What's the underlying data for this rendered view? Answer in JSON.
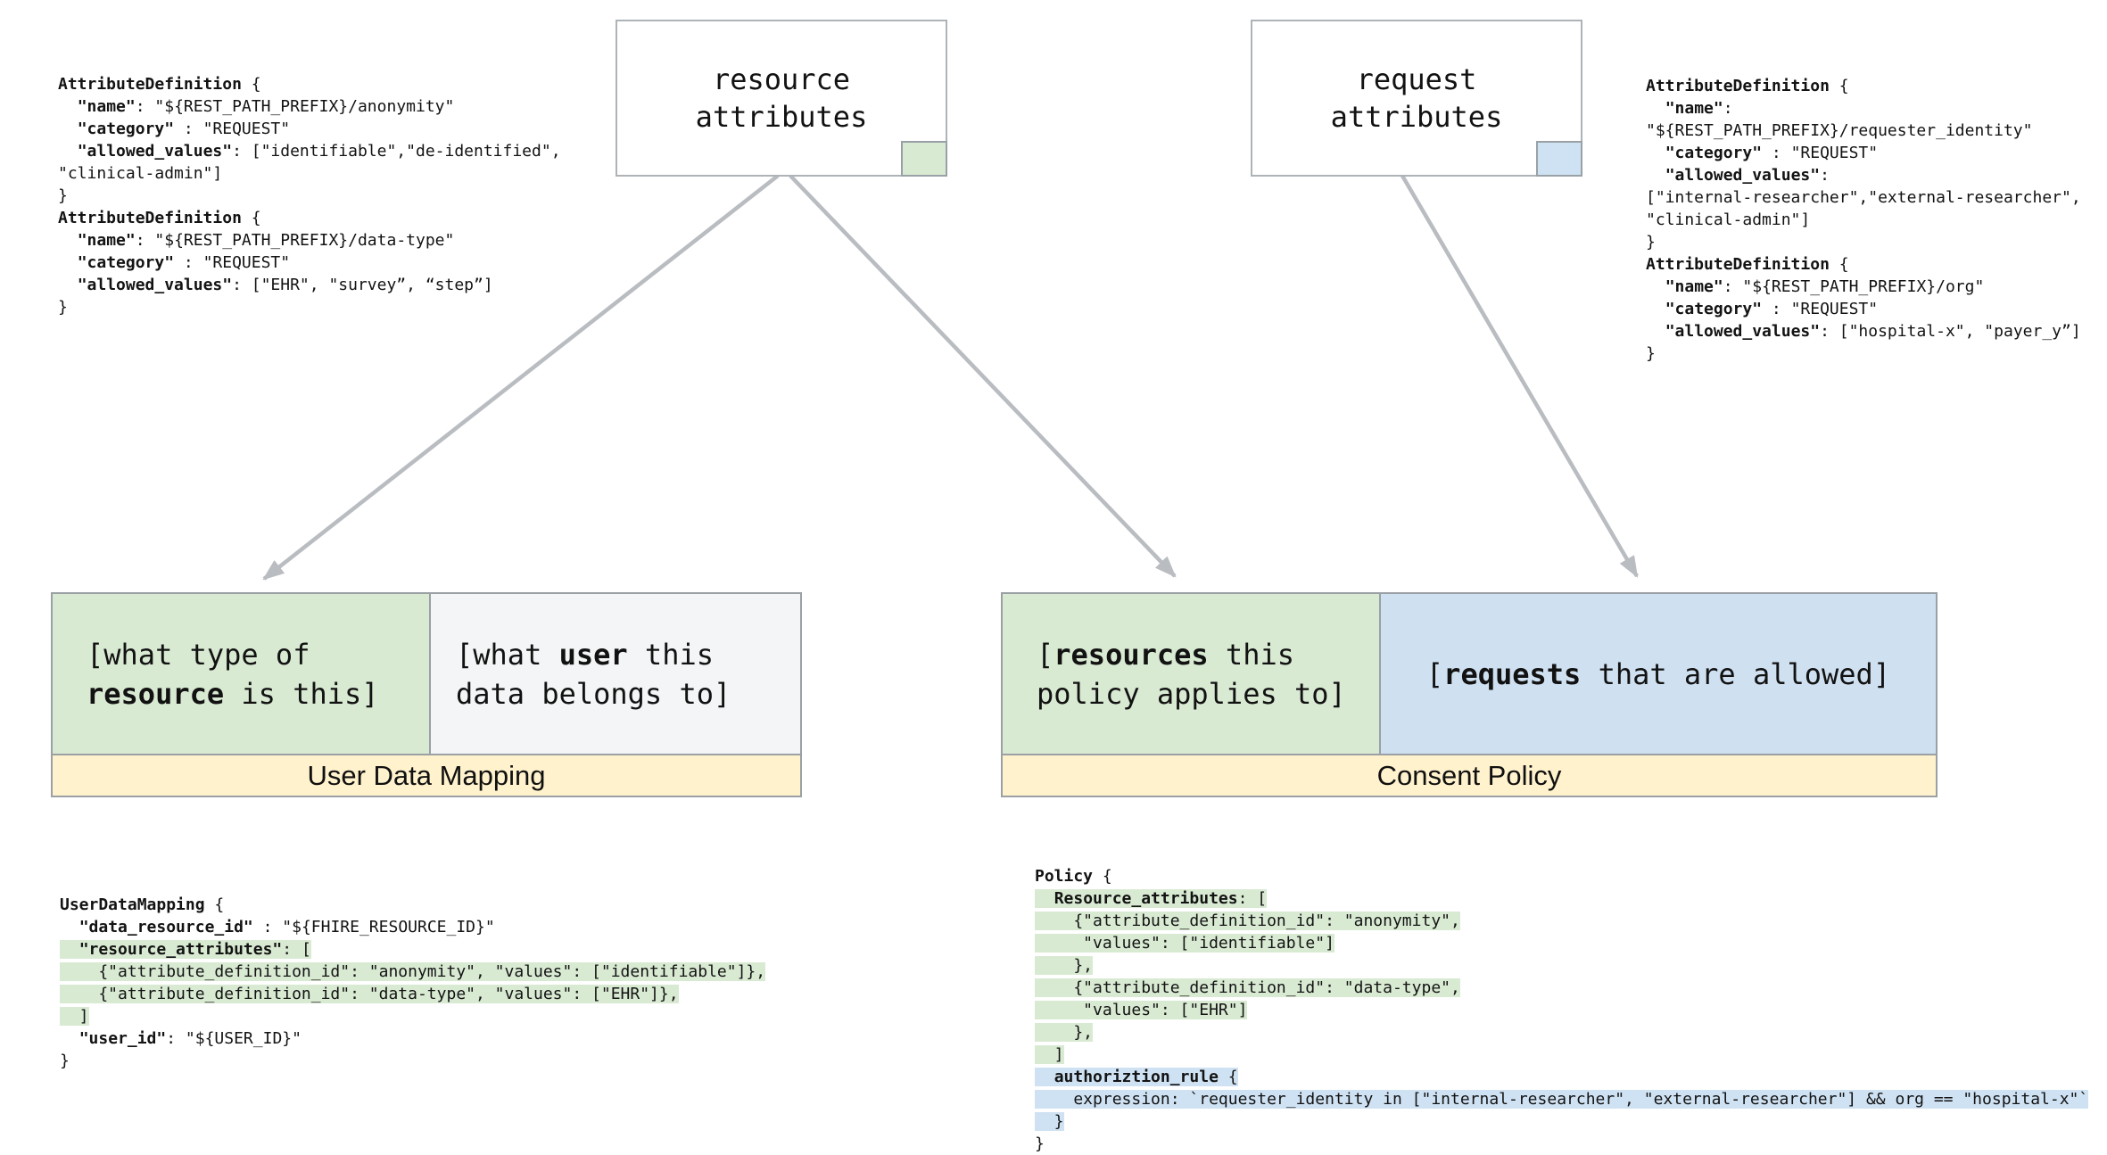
{
  "colors": {
    "green": "#d9ead3",
    "blue": "#cfe2f3",
    "blue_cell": "#cfe0f1",
    "yellow": "#fff2cc",
    "plain_cell": "#f3f5f6",
    "border_gray": "#9aa0a4",
    "arrow_gray": "#b9bcc0"
  },
  "resource_box": {
    "title": "resource\nattributes"
  },
  "request_box": {
    "title": "request\nattributes"
  },
  "top_left_code": {
    "lines": [
      {
        "s": [
          {
            "t": "AttributeDefinition",
            "b": 1
          },
          {
            "t": " {",
            "b": 0
          }
        ]
      },
      {
        "s": [
          {
            "t": "  ",
            "b": 0
          },
          {
            "t": "\"name\"",
            "b": 1
          },
          {
            "t": ": \"${REST_PATH_PREFIX}/anonymity\"",
            "b": 0
          }
        ]
      },
      {
        "s": [
          {
            "t": "  ",
            "b": 0
          },
          {
            "t": "\"category\"",
            "b": 1
          },
          {
            "t": " : \"REQUEST\"",
            "b": 0
          }
        ]
      },
      {
        "s": [
          {
            "t": "  ",
            "b": 0
          },
          {
            "t": "\"allowed_values\"",
            "b": 1
          },
          {
            "t": ": [\"identifiable\",\"de-identified\",",
            "b": 0
          }
        ]
      },
      {
        "s": [
          {
            "t": "\"clinical-admin\"]",
            "b": 0
          }
        ]
      },
      {
        "s": [
          {
            "t": "}",
            "b": 0
          }
        ]
      },
      {
        "s": [
          {
            "t": "AttributeDefinition",
            "b": 1
          },
          {
            "t": " {",
            "b": 0
          }
        ]
      },
      {
        "s": [
          {
            "t": "  ",
            "b": 0
          },
          {
            "t": "\"name\"",
            "b": 1
          },
          {
            "t": ": \"${REST_PATH_PREFIX}/data-type\"",
            "b": 0
          }
        ]
      },
      {
        "s": [
          {
            "t": "  ",
            "b": 0
          },
          {
            "t": "\"category\"",
            "b": 1
          },
          {
            "t": " : \"REQUEST\"",
            "b": 0
          }
        ]
      },
      {
        "s": [
          {
            "t": "  ",
            "b": 0
          },
          {
            "t": "\"allowed_values\"",
            "b": 1
          },
          {
            "t": ": [\"EHR\", \"survey”, “step”]",
            "b": 0
          }
        ]
      },
      {
        "s": [
          {
            "t": "}",
            "b": 0
          }
        ]
      }
    ]
  },
  "top_right_code": {
    "lines": [
      {
        "s": [
          {
            "t": "AttributeDefinition",
            "b": 1
          },
          {
            "t": " {",
            "b": 0
          }
        ]
      },
      {
        "s": [
          {
            "t": "  ",
            "b": 0
          },
          {
            "t": "\"name\"",
            "b": 1
          },
          {
            "t": ":",
            "b": 0
          }
        ]
      },
      {
        "s": [
          {
            "t": "\"${REST_PATH_PREFIX}/requester_identity\"",
            "b": 0
          }
        ]
      },
      {
        "s": [
          {
            "t": "  ",
            "b": 0
          },
          {
            "t": "\"category\"",
            "b": 1
          },
          {
            "t": " : \"REQUEST\"",
            "b": 0
          }
        ]
      },
      {
        "s": [
          {
            "t": "  ",
            "b": 0
          },
          {
            "t": "\"allowed_values\"",
            "b": 1
          },
          {
            "t": ":",
            "b": 0
          }
        ]
      },
      {
        "s": [
          {
            "t": "[\"internal-researcher\",\"external-researcher\",",
            "b": 0
          }
        ]
      },
      {
        "s": [
          {
            "t": "\"clinical-admin\"]",
            "b": 0
          }
        ]
      },
      {
        "s": [
          {
            "t": "}",
            "b": 0
          }
        ]
      },
      {
        "s": [
          {
            "t": "AttributeDefinition",
            "b": 1
          },
          {
            "t": " {",
            "b": 0
          }
        ]
      },
      {
        "s": [
          {
            "t": "  ",
            "b": 0
          },
          {
            "t": "\"name\"",
            "b": 1
          },
          {
            "t": ": \"${REST_PATH_PREFIX}/org\"",
            "b": 0
          }
        ]
      },
      {
        "s": [
          {
            "t": "  ",
            "b": 0
          },
          {
            "t": "\"category\"",
            "b": 1
          },
          {
            "t": " : \"REQUEST\"",
            "b": 0
          }
        ]
      },
      {
        "s": [
          {
            "t": "  ",
            "b": 0
          },
          {
            "t": "\"allowed_values\"",
            "b": 1
          },
          {
            "t": ": [\"hospital-x\", \"payer_y”]",
            "b": 0
          }
        ]
      },
      {
        "s": [
          {
            "t": "}",
            "b": 0
          }
        ]
      }
    ]
  },
  "user_data_mapping": {
    "label": "User Data Mapping",
    "resource_cell": [
      {
        "t": "[what type of\n",
        "b": 0
      },
      {
        "t": "resource",
        "b": 1
      },
      {
        "t": " is this]",
        "b": 0
      }
    ],
    "user_cell": [
      {
        "t": "[what ",
        "b": 0
      },
      {
        "t": "user",
        "b": 1
      },
      {
        "t": " this\ndata belongs to]",
        "b": 0
      }
    ]
  },
  "consent_policy": {
    "label": "Consent Policy",
    "resources_cell": [
      {
        "t": "[",
        "b": 0
      },
      {
        "t": "resources",
        "b": 1
      },
      {
        "t": " this\npolicy applies to]",
        "b": 0
      }
    ],
    "requests_cell": [
      {
        "t": "[",
        "b": 0
      },
      {
        "t": "requests",
        "b": 1
      },
      {
        "t": " that are allowed]",
        "b": 0
      }
    ]
  },
  "user_data_mapping_code": {
    "lines": [
      {
        "s": [
          {
            "t": "UserDataMapping",
            "b": 1
          },
          {
            "t": " {",
            "b": 0
          }
        ]
      },
      {
        "s": [
          {
            "t": "  ",
            "b": 0
          },
          {
            "t": "\"data_resource_id\"",
            "b": 1
          },
          {
            "t": " : \"${FHIRE_RESOURCE_ID}\"",
            "b": 0
          }
        ]
      },
      {
        "hl": "g",
        "s": [
          {
            "t": "  ",
            "b": 0
          },
          {
            "t": "\"resource_attributes\"",
            "b": 1
          },
          {
            "t": ": [",
            "b": 0
          }
        ]
      },
      {
        "hl": "g",
        "s": [
          {
            "t": "    {\"attribute_definition_id\": \"anonymity\", \"values\": [\"identifiable\"]},",
            "b": 0
          }
        ]
      },
      {
        "hl": "g",
        "s": [
          {
            "t": "    {\"attribute_definition_id\": \"data-type\", \"values\": [\"EHR\"]},",
            "b": 0
          }
        ]
      },
      {
        "hl": "g",
        "s": [
          {
            "t": "  ]",
            "b": 0
          }
        ]
      },
      {
        "s": [
          {
            "t": "  ",
            "b": 0
          },
          {
            "t": "\"user_id\"",
            "b": 1
          },
          {
            "t": ": \"${USER_ID}\"",
            "b": 0
          }
        ]
      },
      {
        "s": [
          {
            "t": "}",
            "b": 0
          }
        ]
      }
    ]
  },
  "policy_code": {
    "lines": [
      {
        "s": [
          {
            "t": "Policy",
            "b": 1
          },
          {
            "t": " {",
            "b": 0
          }
        ]
      },
      {
        "hl": "g",
        "s": [
          {
            "t": "  ",
            "b": 0
          },
          {
            "t": "Resource_attributes",
            "b": 1
          },
          {
            "t": ": [",
            "b": 0
          }
        ]
      },
      {
        "hl": "g",
        "s": [
          {
            "t": "    {\"attribute_definition_id\": \"anonymity\",",
            "b": 0
          }
        ]
      },
      {
        "hl": "g",
        "s": [
          {
            "t": "     \"values\": [\"identifiable\"]",
            "b": 0
          }
        ]
      },
      {
        "hl": "g",
        "s": [
          {
            "t": "    },",
            "b": 0
          }
        ]
      },
      {
        "hl": "g",
        "s": [
          {
            "t": "    {\"attribute_definition_id\": \"data-type\",",
            "b": 0
          }
        ]
      },
      {
        "hl": "g",
        "s": [
          {
            "t": "     \"values\": [\"EHR\"]",
            "b": 0
          }
        ]
      },
      {
        "hl": "g",
        "s": [
          {
            "t": "    },",
            "b": 0
          }
        ]
      },
      {
        "hl": "g",
        "s": [
          {
            "t": "  ]",
            "b": 0
          }
        ]
      },
      {
        "hl": "b",
        "s": [
          {
            "t": "  ",
            "b": 0
          },
          {
            "t": "authoriztion_rule",
            "b": 1
          },
          {
            "t": " {",
            "b": 0
          }
        ]
      },
      {
        "hl": "b",
        "s": [
          {
            "t": "    expression: `requester_identity in [\"internal-researcher\", \"external-researcher\"] && org == \"hospital-x\"`",
            "b": 0
          }
        ]
      },
      {
        "hl": "b",
        "s": [
          {
            "t": "  }",
            "b": 0
          }
        ]
      },
      {
        "s": [
          {
            "t": "}",
            "b": 0
          }
        ]
      }
    ]
  }
}
